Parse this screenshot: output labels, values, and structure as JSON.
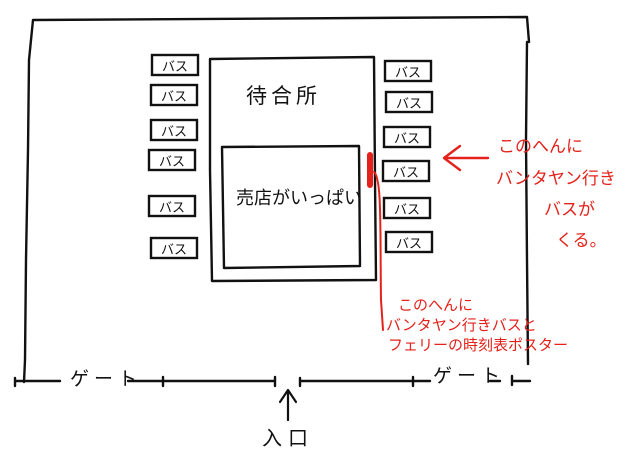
{
  "labels": {
    "waiting_room": "待合所",
    "shops": "売店がいっぱい",
    "gate_left": "ゲート",
    "gate_right": "ゲート",
    "entrance": "入口"
  },
  "bus_label": "バス",
  "note_bus": [
    "このへんに",
    "バンタヤン行き",
    "バスが",
    "くる。"
  ],
  "note_poster": [
    "このへんに",
    "バンタヤン行きバスと",
    "フェリーの時刻表ポスター"
  ],
  "colors": {
    "ink": "#111111",
    "accent": "#e4221b"
  }
}
